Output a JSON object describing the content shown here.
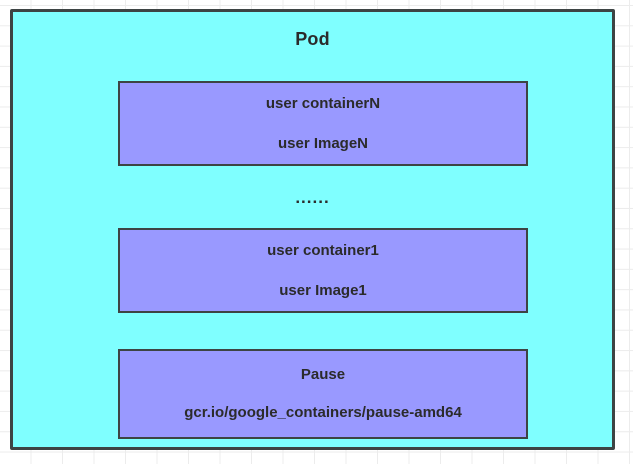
{
  "diagram": {
    "title": "Pod",
    "outer_color": "#7FFFFF",
    "inner_color": "#9999FF",
    "border_color": "#3d4444",
    "text_color": "#2b2b2b",
    "separator": "......",
    "boxes": [
      {
        "id": "containerN",
        "name": "user containerN",
        "image": "user ImageN"
      },
      {
        "id": "container1",
        "name": "user container1",
        "image": "user Image1"
      },
      {
        "id": "pause",
        "name": "Pause",
        "image": "gcr.io/google_containers/pause-amd64"
      }
    ]
  }
}
